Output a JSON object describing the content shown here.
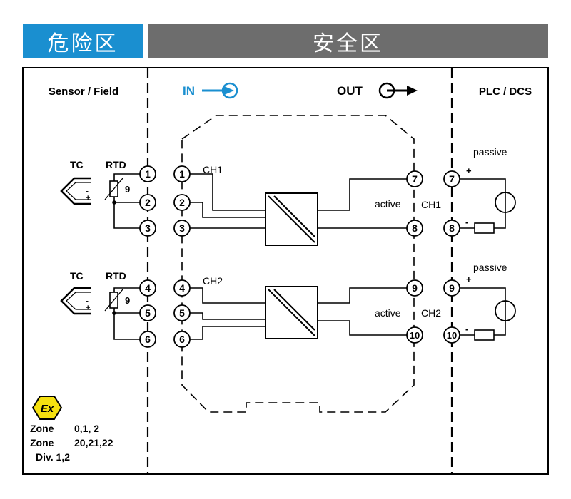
{
  "header": {
    "hazardous_area": "危险区",
    "safe_area": "安全区"
  },
  "columns": {
    "field": "Sensor / Field",
    "in": "IN",
    "out": "OUT",
    "plc": "PLC / DCS"
  },
  "colors": {
    "hazard_blue": "#1a8fd0",
    "safe_gray": "#6d6d6d",
    "ex_yellow": "#f5e010"
  },
  "channels": [
    {
      "tc_label": "TC",
      "rtd_label": "RTD",
      "rtd_symbol": "9",
      "tc_minus": "-",
      "tc_plus": "+",
      "field_terminals": [
        "1",
        "2",
        "3"
      ],
      "in_terminals": [
        "1",
        "2",
        "3"
      ],
      "channel_label": "CH1",
      "out_terminals": [
        "7",
        "8"
      ],
      "active_label": "active",
      "out_channel_label": "CH1",
      "plc_terminals": [
        "7",
        "8"
      ],
      "passive_label": "passive",
      "plc_plus": "+",
      "plc_minus": "-"
    },
    {
      "tc_label": "TC",
      "rtd_label": "RTD",
      "rtd_symbol": "9",
      "tc_minus": "-",
      "tc_plus": "+",
      "field_terminals": [
        "4",
        "5",
        "6"
      ],
      "in_terminals": [
        "4",
        "5",
        "6"
      ],
      "channel_label": "CH2",
      "out_terminals": [
        "9",
        "10"
      ],
      "active_label": "active",
      "out_channel_label": "CH2",
      "plc_terminals": [
        "9",
        "10"
      ],
      "passive_label": "passive",
      "plc_plus": "+",
      "plc_minus": "-"
    }
  ],
  "ex_mark": {
    "symbol": "Ex"
  },
  "zones": [
    {
      "label": "Zone",
      "value": "0,1, 2"
    },
    {
      "label": "Zone",
      "value": "20,21,22"
    },
    {
      "label": "Div. 1,2",
      "value": ""
    }
  ]
}
